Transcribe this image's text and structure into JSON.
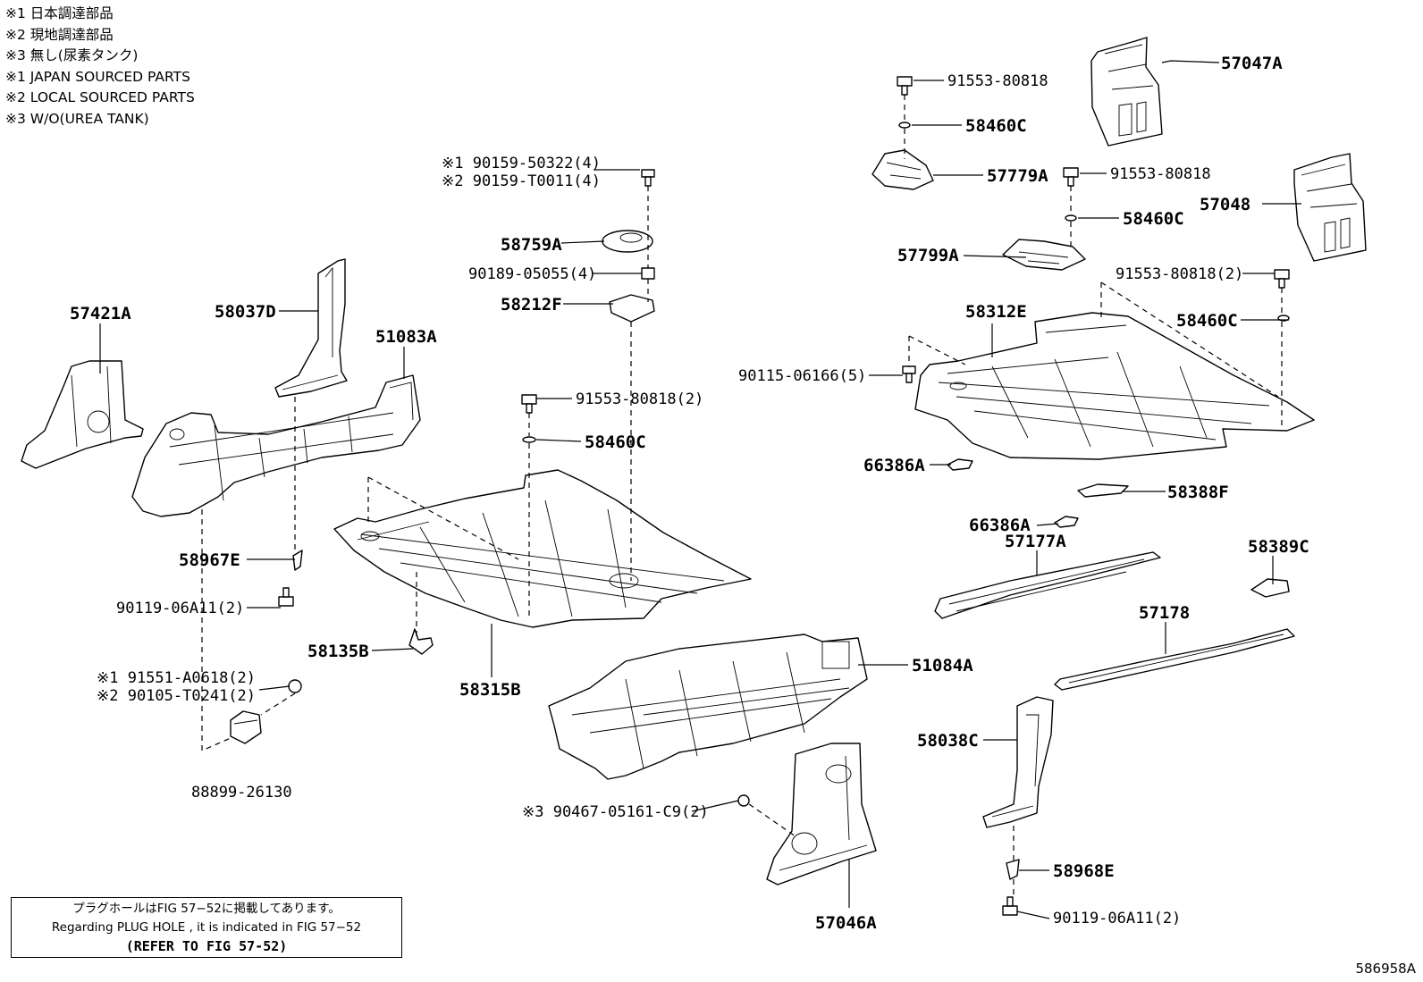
{
  "notes": [
    "※1 日本調達部品",
    "※2 現地調達部品",
    "※3 無し(尿素タンク)",
    "※1 JAPAN SOURCED PARTS",
    "※2 LOCAL SOURCED PARTS",
    "※3 W/O(UREA TANK)"
  ],
  "plug_hole_note": {
    "jp": "プラグホールはFIG 57−52に掲載してあります。",
    "en": "Regarding PLUG HOLE , it is indicated in FIG 57−52",
    "refer": "(REFER TO FIG 57-52)"
  },
  "illustration_id": "586958A",
  "labels": {
    "p57047A": "57047A",
    "p91553_a": "91553-80818",
    "p58460C_a": "58460C",
    "p57779A": "57779A",
    "p91553_b": "91553-80818",
    "p57048": "57048",
    "p58460C_b": "58460C",
    "p57799A": "57799A",
    "p91553_c": "91553-80818(2)",
    "p58312E": "58312E",
    "p58460C_c": "58460C",
    "p90115": "90115-06166(5)",
    "p66386A_a": "66386A",
    "p58388F": "58388F",
    "p66386A_b": "66386A",
    "p57177A": "57177A",
    "p58389C": "58389C",
    "p57178": "57178",
    "p58038C": "58038C",
    "p58968E": "58968E",
    "p90119_b": "90119-06A11(2)",
    "p90159_a": "※1 90159-50322(4)",
    "p90159_b": "※2 90159-T0011(4)",
    "p58759A": "58759A",
    "p90189": "90189-05055(4)",
    "p58212F": "58212F",
    "p91553_d": "91553-80818(2)",
    "p58460C_d": "58460C",
    "p58315B": "58315B",
    "p58135B": "58135B",
    "p51084A": "51084A",
    "p90467": "※3 90467-05161-C9(2)",
    "p57046A": "57046A",
    "p57421A": "57421A",
    "p58037D": "58037D",
    "p51083A": "51083A",
    "p58967E": "58967E",
    "p90119_a": "90119-06A11(2)",
    "p91551": "※1 91551-A0618(2)",
    "p90105": "※2 90105-T0241(2)",
    "p88899": "88899-26130"
  }
}
